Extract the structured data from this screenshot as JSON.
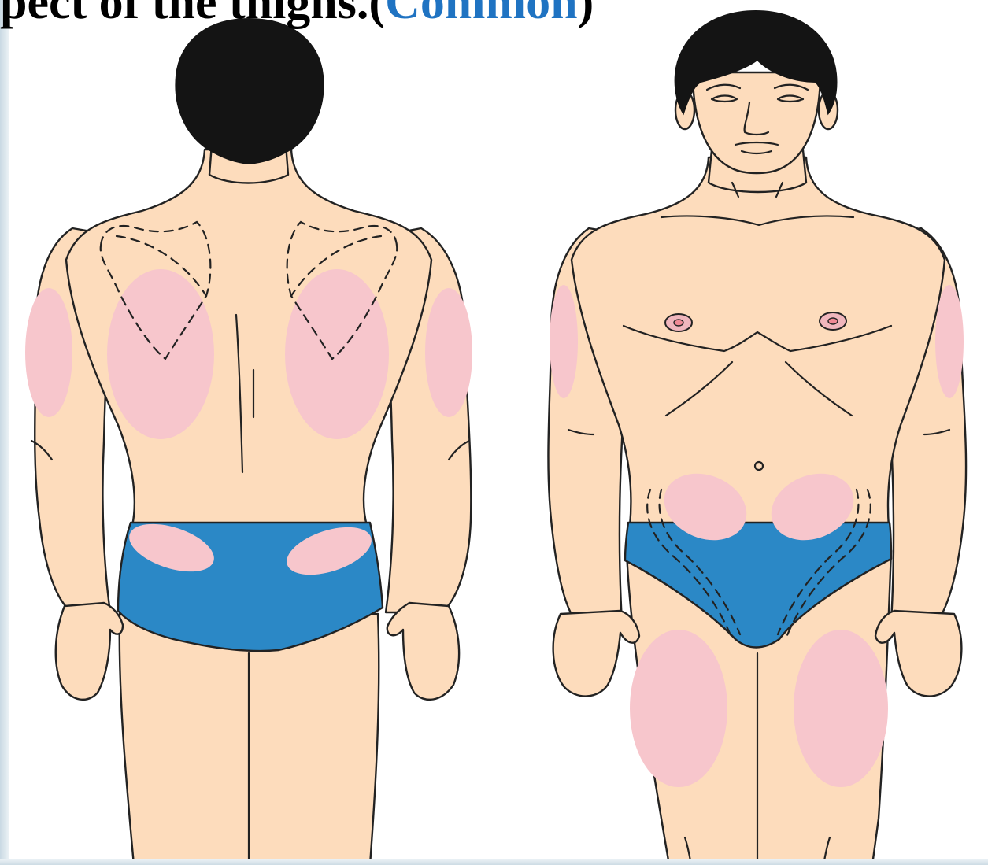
{
  "caption": {
    "prefix": "pect of the thighs.(",
    "highlight": "Common",
    "suffix": ")"
  },
  "figure": {
    "views": [
      "back-view",
      "front-view"
    ],
    "colors": {
      "skin": "#fddcbc",
      "injection_zone": "#f7c6cc",
      "briefs": "#2b88c6",
      "hair": "#141414",
      "caption_highlight": "#1f73c2"
    }
  }
}
